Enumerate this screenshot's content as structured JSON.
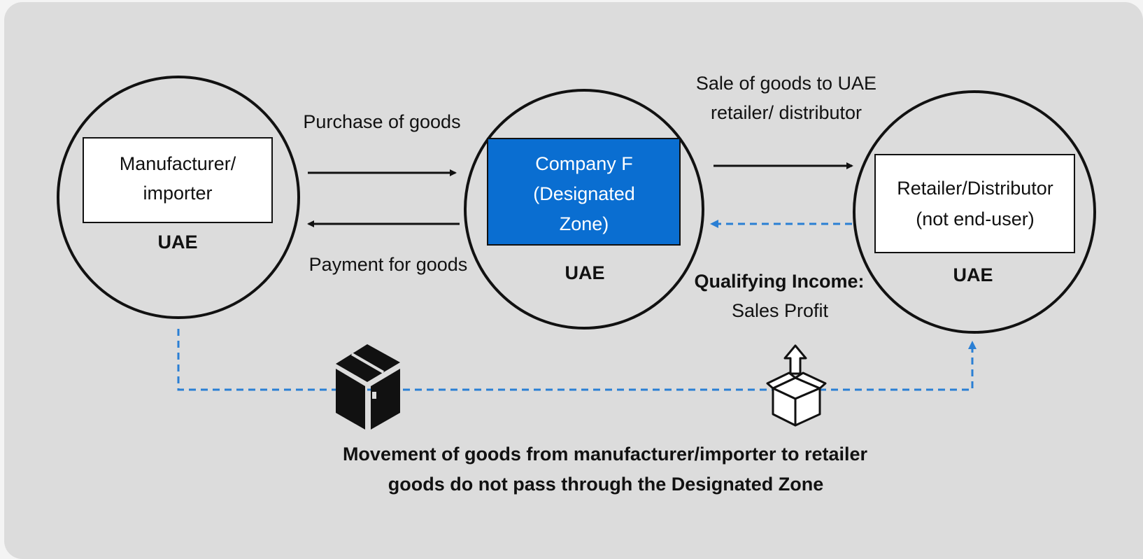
{
  "nodes": {
    "manufacturer": {
      "line1": "Manufacturer/",
      "line2": "importer",
      "location": "UAE"
    },
    "company": {
      "line1": "Company F",
      "line2": "(Designated",
      "line3": "Zone)",
      "location": "UAE"
    },
    "retailer": {
      "line1": "Retailer/Distributor",
      "line2": "(not end-user)",
      "location": "UAE"
    }
  },
  "flows": {
    "purchase": "Purchase of goods",
    "payment": "Payment for goods",
    "sale_line1": "Sale of goods to UAE",
    "sale_line2": "retailer/ distributor",
    "income_line1": "Qualifying Income:",
    "income_line2": "Sales Profit"
  },
  "caption": {
    "line1": "Movement of goods from manufacturer/importer to retailer",
    "line2": "goods do not pass through the Designated Zone"
  },
  "colors": {
    "panel": "#dcdcdc",
    "company_box": "#0a6ed1",
    "dashed": "#2a7fd4",
    "stroke": "#111111"
  },
  "icons": [
    "closed-box-icon",
    "open-box-upload-icon"
  ]
}
